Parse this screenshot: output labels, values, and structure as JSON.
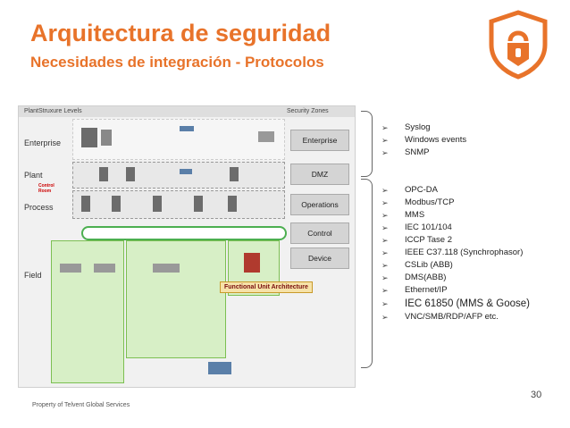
{
  "header": {
    "title": "Arquitectura de seguridad",
    "subtitle": "Necesidades de integración - Protocolos"
  },
  "diagram": {
    "levels_title": "PlantStruxure Levels",
    "zones_title": "Security Zones",
    "levels": [
      "Enterprise",
      "Plant",
      "Process",
      "Field"
    ],
    "zones": [
      "Enterprise",
      "DMZ",
      "Operations",
      "Control",
      "Device"
    ],
    "control_room": "Control Room",
    "functional_unit": "Functional Unit Architecture"
  },
  "protocols_top": [
    "Syslog",
    "Windows events",
    "SNMP"
  ],
  "protocols_bottom": [
    "OPC-DA",
    "Modbus/TCP",
    "MMS",
    "IEC 101/104",
    "ICCP Tase 2",
    "IEEE C37.118 (Synchrophasor)",
    "CSLib (ABB)",
    "DMS(ABB)",
    "Ethernet/IP",
    "IEC 61850 (MMS & Goose)",
    "VNC/SMB/RDP/AFP etc."
  ],
  "footer": {
    "property": "Property of Telvent Global Services",
    "page_number": "30"
  },
  "colors": {
    "accent": "#e8732a"
  },
  "icons": {
    "logo": "shield-lock-icon"
  }
}
